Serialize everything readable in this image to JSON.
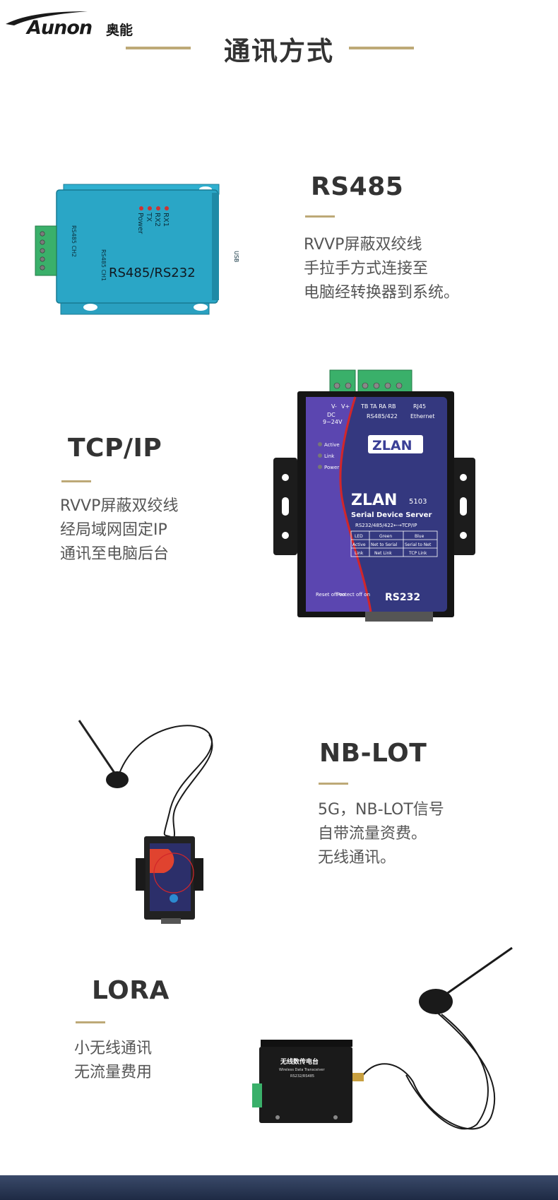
{
  "header": {
    "logo_text": "Aunon",
    "logo_cn": "奥能",
    "page_title": "通讯方式"
  },
  "colors": {
    "accent": "#bda977",
    "rs485_device": "#2aa6c6",
    "zlan_panel": "#3c3f8f",
    "footer": "#1e2a44"
  },
  "sections": {
    "rs485": {
      "title": "RS485",
      "lines": [
        "RVVP屏蔽双绞线",
        "手拉手方式连接至",
        "电脑经转换器到系统。"
      ]
    },
    "tcpip": {
      "title": "TCP/IP",
      "lines": [
        "RVVP屏蔽双绞线",
        "经局域网固定IP",
        "通讯至电脑后台"
      ]
    },
    "nblot": {
      "title": "NB-LOT",
      "lines": [
        "5G，NB-LOT信号",
        "自带流量资费。",
        "无线通讯。"
      ]
    },
    "lora": {
      "title": "LORA",
      "lines": [
        "小无线通讯",
        "无流量费用"
      ]
    }
  },
  "devices": {
    "rs485": {
      "label": "RS485/RS232",
      "leds": [
        "RX1",
        "RX2",
        "TX",
        "Power"
      ],
      "port_a": "RS485 CH2",
      "port_b": "RS485 CH1",
      "usb": "USB"
    },
    "zlan": {
      "brand": "ZLAN",
      "model": "5103",
      "name": "Serial Device Server",
      "sub": "RS232/485/422←→TCP/IP",
      "dc": "DC",
      "volt": "9~24V",
      "vminus": "V-",
      "vplus": "V+",
      "terms": "TB TA   RA RB",
      "rj45": "RJ45",
      "rs485_422": "RS485/422",
      "ethernet": "Ethernet",
      "leds": [
        "Active",
        "Link",
        "Power"
      ],
      "table": [
        [
          "LED",
          "Green",
          "Blue"
        ],
        [
          "Active",
          "Net to Serial",
          "Serial to Net"
        ],
        [
          "Link",
          "Net Link",
          "TCP Link"
        ]
      ],
      "reset": "Reset off on",
      "protect": "Protect off on",
      "rs232": "RS232"
    },
    "lora": {
      "label": "无线数传电台",
      "sub": "Wireless Data Transceiver",
      "sub2": "RS232/RS485"
    }
  }
}
